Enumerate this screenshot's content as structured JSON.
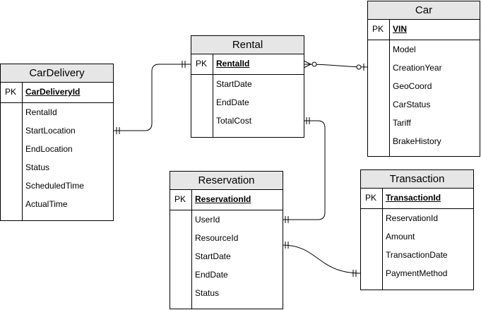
{
  "entities": {
    "car": {
      "name": "Car",
      "pk": "PK",
      "key": "VIN",
      "attributes": [
        "Model",
        "CreationYear",
        "GeoCoord",
        "CarStatus",
        "Tariff",
        "BrakeHistory"
      ]
    },
    "rental": {
      "name": "Rental",
      "pk": "PK",
      "key": "RentalId",
      "attributes": [
        "StartDate",
        "EndDate",
        "TotalCost"
      ]
    },
    "car_delivery": {
      "name": "CarDelivery",
      "pk": "PK",
      "key": "CarDeliveryId",
      "attributes": [
        "RentalId",
        "StartLocation",
        "EndLocation",
        "Status",
        "ScheduledTime",
        "ActualTime"
      ]
    },
    "reservation": {
      "name": "Reservation",
      "pk": "PK",
      "key": "ReservationId",
      "attributes": [
        "UserId",
        "ResourceId",
        "StartDate",
        "EndDate",
        "Status"
      ]
    },
    "transaction": {
      "name": "Transaction",
      "pk": "PK",
      "key": "TransactionId",
      "attributes": [
        "ReservationId",
        "Amount",
        "TransactionDate",
        "PaymentMethod"
      ]
    }
  },
  "relationships": [
    {
      "from": "rental",
      "from_end": "zero-or-many",
      "to": "car",
      "to_end": "zero-or-one"
    },
    {
      "from": "car_delivery",
      "from_end": "one-and-only-one",
      "to": "rental",
      "to_end": "one-and-only-one"
    },
    {
      "from": "rental",
      "from_end": "one-and-only-one",
      "to": "reservation",
      "to_end": "one-and-only-one"
    },
    {
      "from": "reservation",
      "from_end": "one-and-only-one",
      "to": "transaction",
      "to_end": "one-and-only-one"
    }
  ]
}
